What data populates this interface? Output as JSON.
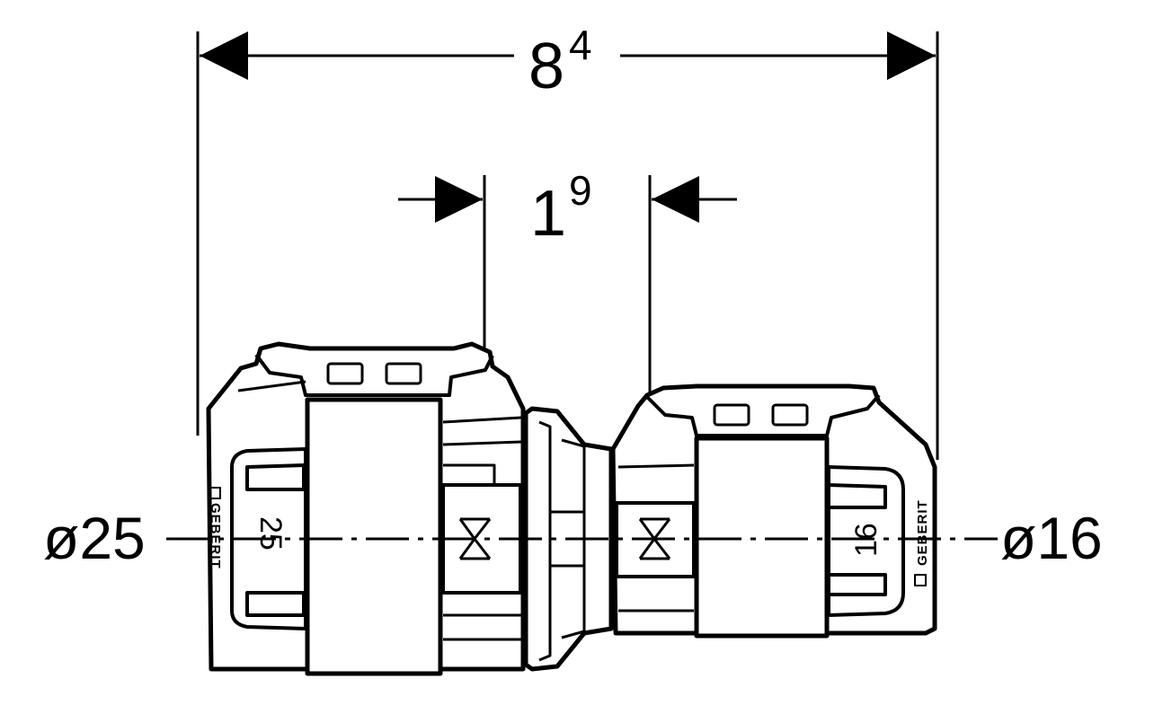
{
  "dimensions": {
    "overall_length": {
      "main": "8",
      "sup": "4"
    },
    "insertion_depth": {
      "main": "1",
      "sup": "9"
    }
  },
  "diameters": {
    "left": "ø25",
    "right": "ø16"
  },
  "fitting": {
    "left_size_mark": "25",
    "right_size_mark": "16",
    "brand_left": "GEBERIT",
    "brand_right": "GEBERIT"
  },
  "colors": {
    "line": "#000000",
    "background": "#ffffff"
  }
}
